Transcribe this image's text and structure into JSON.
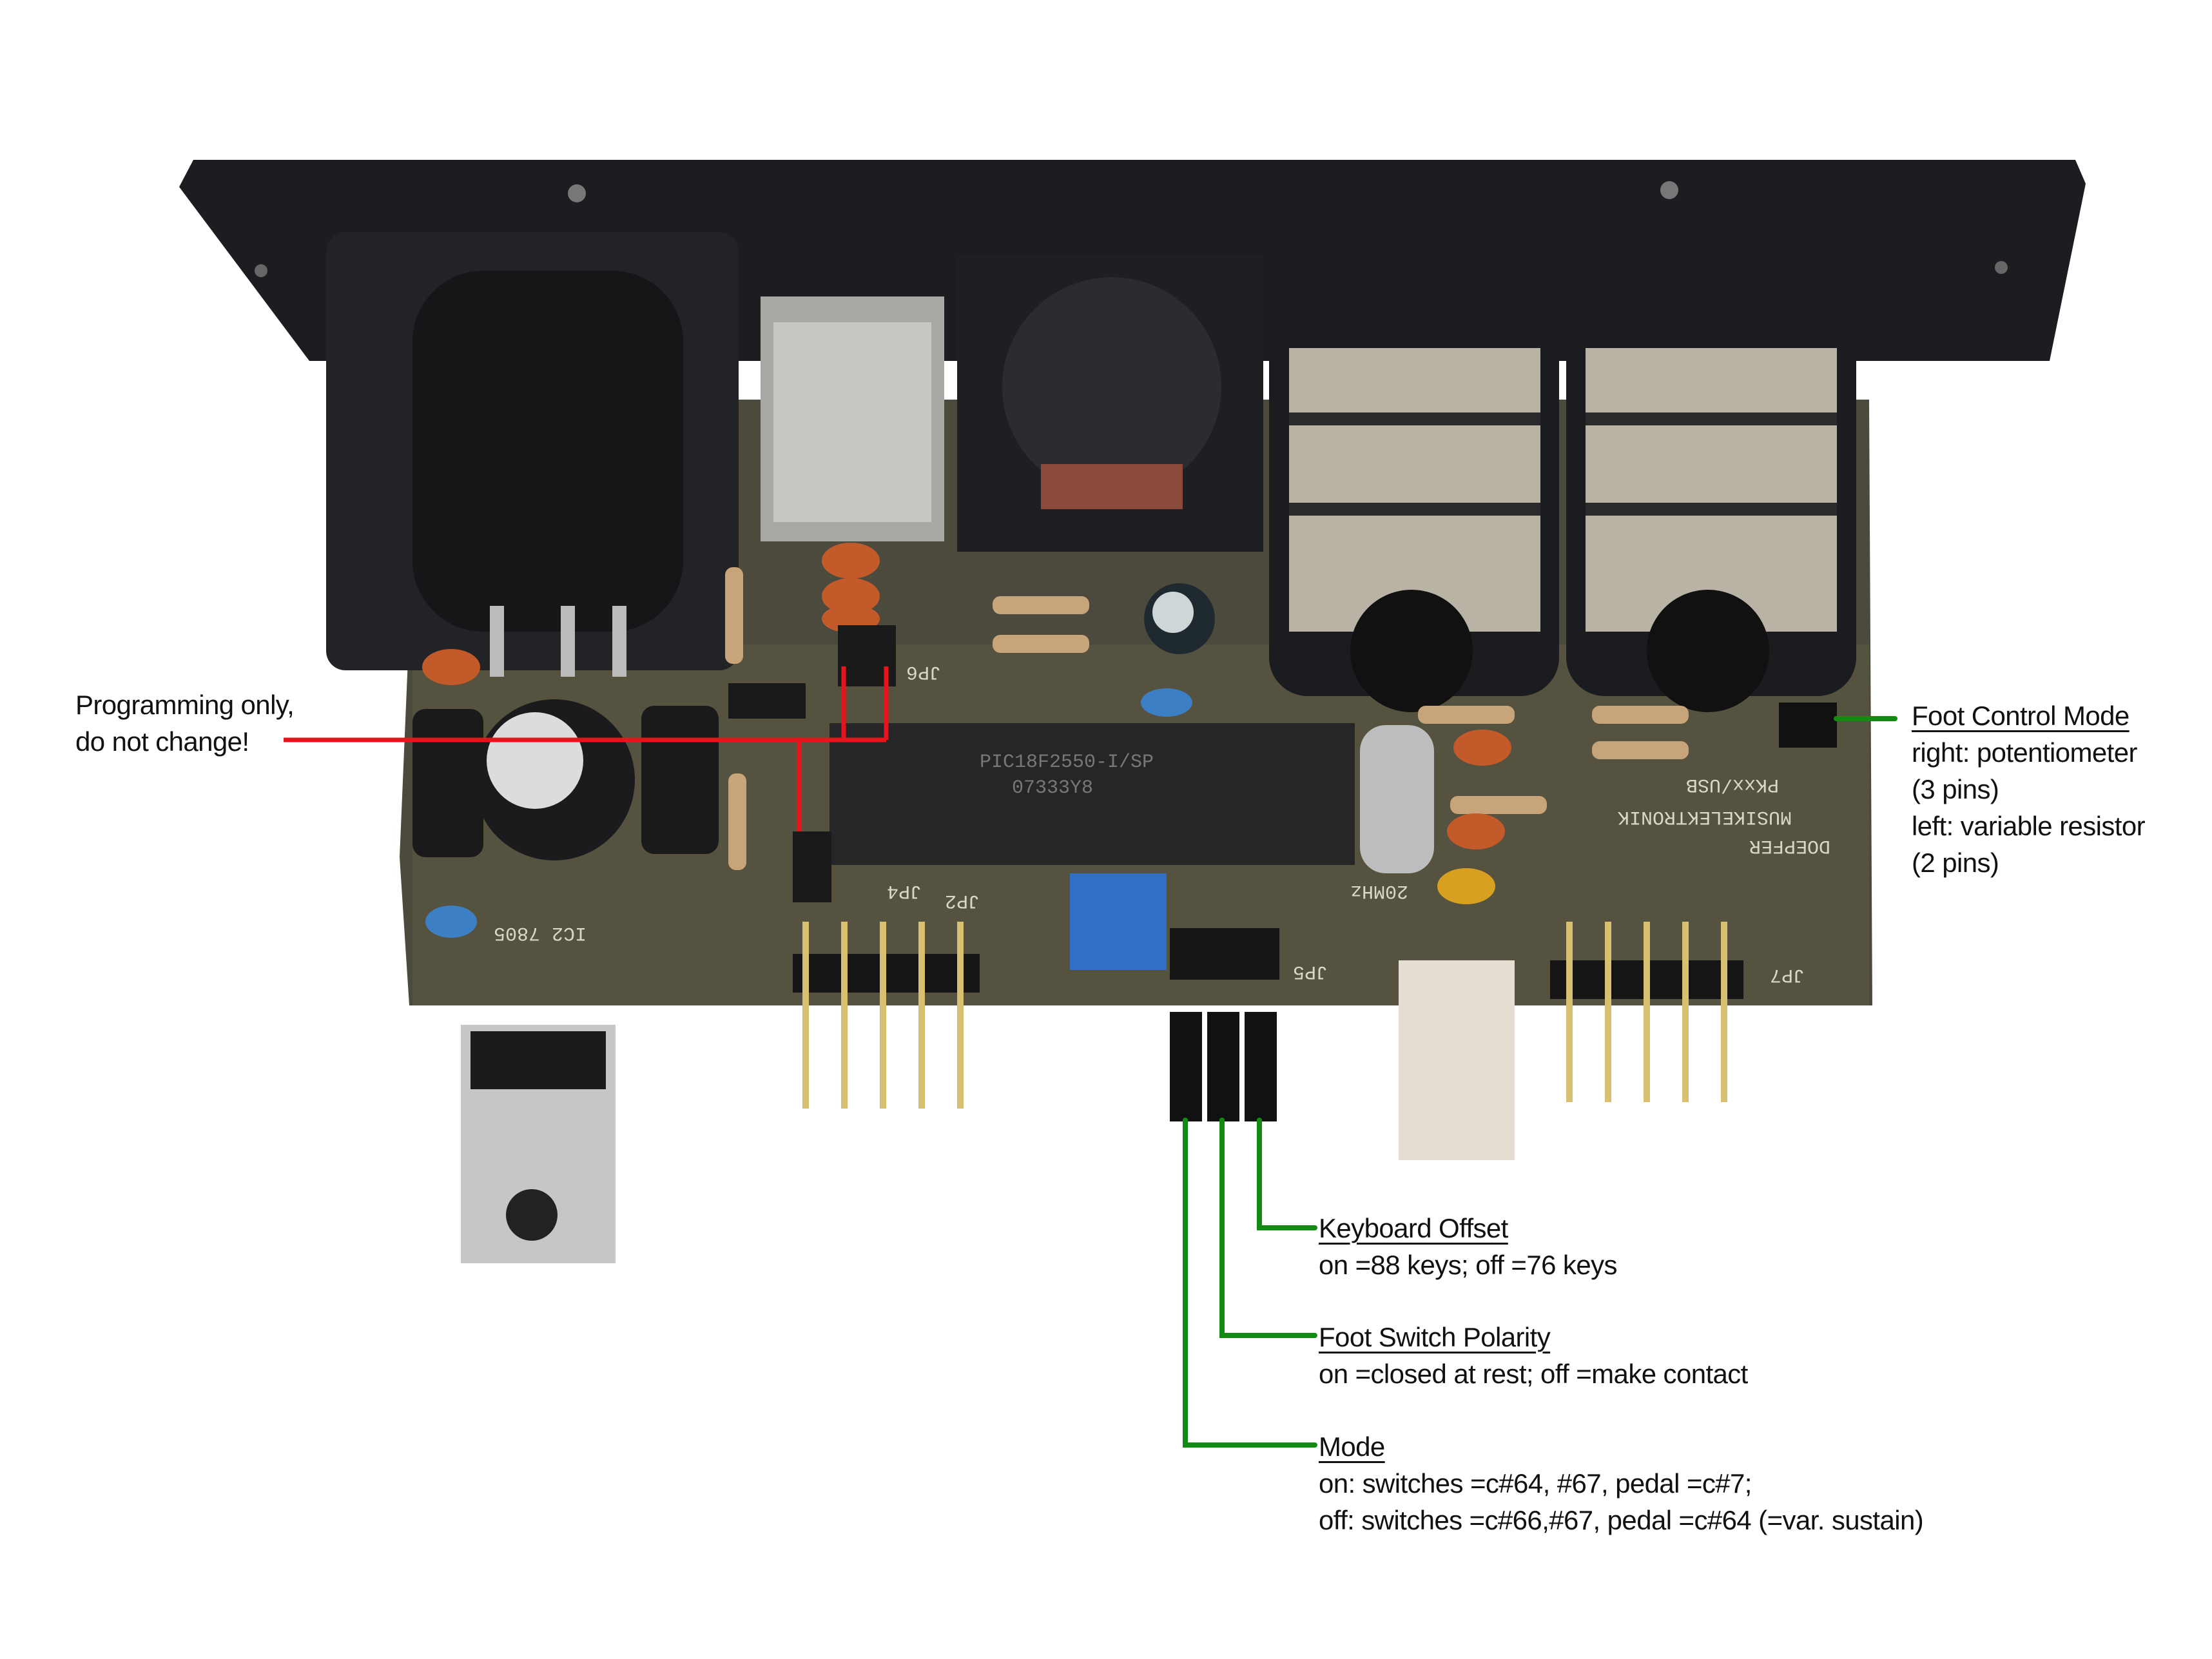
{
  "annotations": {
    "programming": {
      "lines": [
        "Programming only,",
        "do not change!"
      ],
      "color": "#e8141c"
    },
    "foot_control_mode": {
      "title": "Foot Control Mode",
      "lines": [
        "right: potentiometer",
        "(3 pins)",
        "left: variable resistor",
        "(2 pins)"
      ],
      "color": "#138a13"
    },
    "keyboard_offset": {
      "title": "Keyboard Offset",
      "lines": [
        "on =88 keys; off =76 keys"
      ],
      "color": "#138a13"
    },
    "foot_switch_polarity": {
      "title": "Foot Switch Polarity",
      "lines": [
        "on =closed at rest; off =make contact"
      ],
      "color": "#138a13"
    },
    "mode": {
      "title": "Mode",
      "lines": [
        "on: switches =c#64, #67, pedal =c#7;",
        "off: switches =c#66,#67, pedal =c#64 (=var. sustain)"
      ],
      "color": "#138a13"
    }
  },
  "board_labels": {
    "chip": "PIC18F2550-I/SP",
    "chip_code": "07333Y8",
    "maker": "DOEPFER",
    "maker2": "MUSIKELEKTRONIK",
    "model": "PKxx/USB",
    "jp2": "JP2",
    "jp4": "JP4",
    "jp5": "JP5",
    "jp6": "JP6",
    "jp7": "JP7",
    "ic2": "IC2 7805",
    "crystal": "20MHz"
  }
}
